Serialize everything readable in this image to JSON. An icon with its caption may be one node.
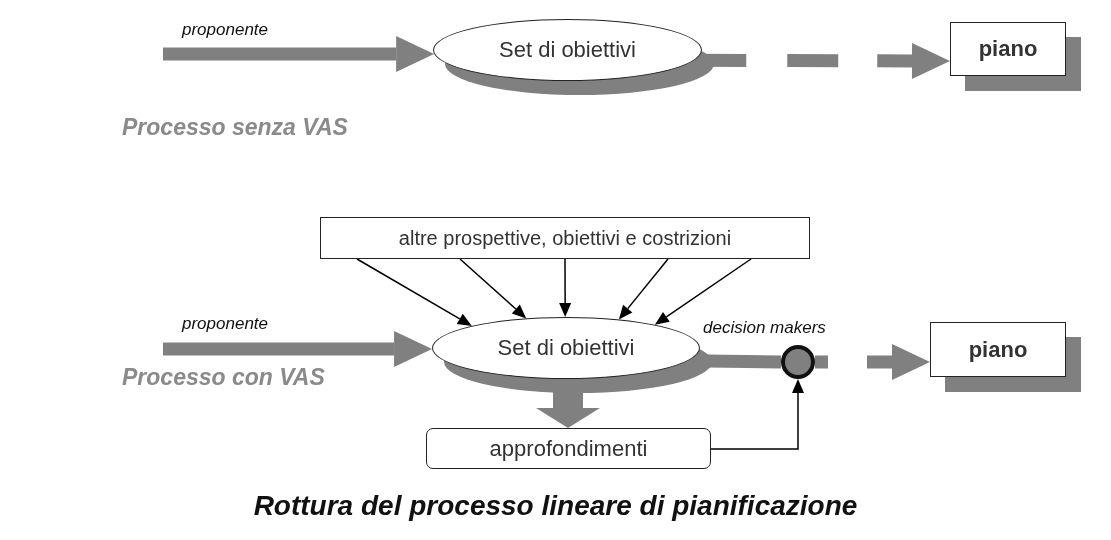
{
  "diagram": {
    "caption": "Rottura del processo lineare di pianificazione",
    "nodes": [
      {
        "text": [
          "Set di obiettivi"
        ]
      },
      {
        "text": [
          "piano"
        ]
      },
      {
        "text": [
          "altre prospettive, obiettivi e costrizioni"
        ]
      },
      {
        "text": [
          "Set di obiettivi"
        ]
      },
      {
        "text": [
          "piano"
        ]
      },
      {
        "text": [
          "approfondimenti"
        ]
      },
      {
        "text": [],
        "shape": "circle"
      }
    ],
    "edges": [
      {
        "from": null,
        "to": 0,
        "arrow": "to",
        "label": "proponente",
        "style": "thick",
        "color": "#808080"
      },
      {
        "from": 0,
        "to": 1,
        "arrow": "to",
        "style": "dashed",
        "color": "#808080"
      },
      {
        "from": 2,
        "to": 3,
        "arrow": "to",
        "color": "#000000"
      },
      {
        "from": 2,
        "to": 3,
        "arrow": "to",
        "color": "#000000"
      },
      {
        "from": 2,
        "to": 3,
        "arrow": "to",
        "color": "#000000"
      },
      {
        "from": 2,
        "to": 3,
        "arrow": "to",
        "color": "#000000"
      },
      {
        "from": 2,
        "to": 3,
        "arrow": "to",
        "color": "#000000"
      },
      {
        "from": null,
        "to": 3,
        "arrow": "to",
        "label": "proponente",
        "style": "thick",
        "color": "#808080"
      },
      {
        "from": 3,
        "to": 6,
        "arrow": "none",
        "label": "decision makers",
        "style": "thick",
        "color": "#808080"
      },
      {
        "from": 6,
        "to": 4,
        "arrow": "to",
        "style": "dashed",
        "color": "#808080"
      },
      {
        "from": 3,
        "to": 5,
        "arrow": "to",
        "style": "thick",
        "color": "#808080"
      },
      {
        "from": 5,
        "to": 6,
        "arrow": "to",
        "color": "#000000"
      }
    ],
    "labels": [
      "Processo senza VAS",
      "Processo con VAS"
    ]
  }
}
